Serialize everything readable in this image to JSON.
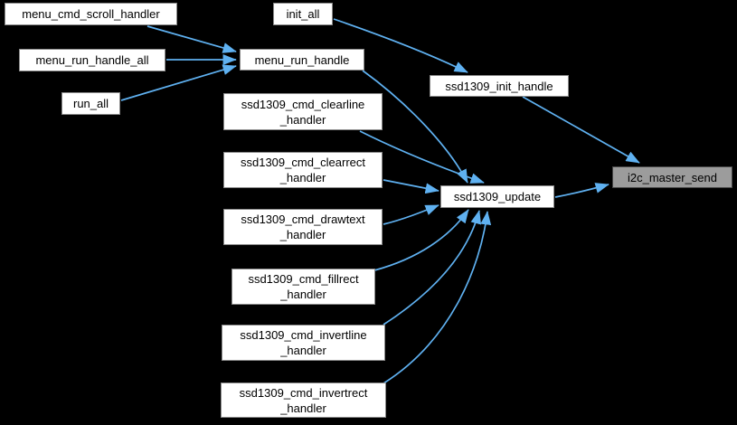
{
  "diagram": {
    "kind": "doxygen-caller-graph",
    "background_color": "#000000",
    "edge_color": "#5FB1F1",
    "node_fill": "#FFFFFF",
    "node_border": "#8A8A8A",
    "focus_node_fill": "#9C9C9C",
    "focus_node_border": "#474747",
    "text_color": "#000000"
  },
  "nodes": [
    {
      "id": "menu_cmd_scroll_handler",
      "line1": "menu_cmd_scroll_handler",
      "line2": null
    },
    {
      "id": "init_all",
      "line1": "init_all",
      "line2": null
    },
    {
      "id": "menu_run_handle_all",
      "line1": "menu_run_handle_all",
      "line2": null
    },
    {
      "id": "menu_run_handle",
      "line1": "menu_run_handle",
      "line2": null
    },
    {
      "id": "run_all",
      "line1": "run_all",
      "line2": null
    },
    {
      "id": "ssd1309_init_handle",
      "line1": "ssd1309_init_handle",
      "line2": null
    },
    {
      "id": "ssd1309_cmd_clearline_handler",
      "line1": "ssd1309_cmd_clearline",
      "line2": "_handler"
    },
    {
      "id": "ssd1309_cmd_clearrect_handler",
      "line1": "ssd1309_cmd_clearrect",
      "line2": "_handler"
    },
    {
      "id": "ssd1309_cmd_drawtext_handler",
      "line1": "ssd1309_cmd_drawtext",
      "line2": "_handler"
    },
    {
      "id": "ssd1309_update",
      "line1": "ssd1309_update",
      "line2": null
    },
    {
      "id": "i2c_master_send",
      "line1": "i2c_master_send",
      "line2": null,
      "focus": true
    },
    {
      "id": "ssd1309_cmd_fillrect_handler",
      "line1": "ssd1309_cmd_fillrect",
      "line2": "_handler"
    },
    {
      "id": "ssd1309_cmd_invertline_handler",
      "line1": "ssd1309_cmd_invertline",
      "line2": "_handler"
    },
    {
      "id": "ssd1309_cmd_invertrect_handler",
      "line1": "ssd1309_cmd_invertrect",
      "line2": "_handler"
    }
  ],
  "edges": [
    {
      "from": "menu_cmd_scroll_handler",
      "to": "menu_run_handle"
    },
    {
      "from": "menu_run_handle_all",
      "to": "menu_run_handle"
    },
    {
      "from": "run_all",
      "to": "menu_run_handle"
    },
    {
      "from": "init_all",
      "to": "ssd1309_init_handle"
    },
    {
      "from": "menu_run_handle",
      "to": "ssd1309_update"
    },
    {
      "from": "ssd1309_cmd_clearline_handler",
      "to": "ssd1309_update"
    },
    {
      "from": "ssd1309_cmd_clearrect_handler",
      "to": "ssd1309_update"
    },
    {
      "from": "ssd1309_cmd_drawtext_handler",
      "to": "ssd1309_update"
    },
    {
      "from": "ssd1309_cmd_fillrect_handler",
      "to": "ssd1309_update"
    },
    {
      "from": "ssd1309_cmd_invertline_handler",
      "to": "ssd1309_update"
    },
    {
      "from": "ssd1309_cmd_invertrect_handler",
      "to": "ssd1309_update"
    },
    {
      "from": "ssd1309_init_handle",
      "to": "i2c_master_send"
    },
    {
      "from": "ssd1309_update",
      "to": "i2c_master_send"
    }
  ]
}
